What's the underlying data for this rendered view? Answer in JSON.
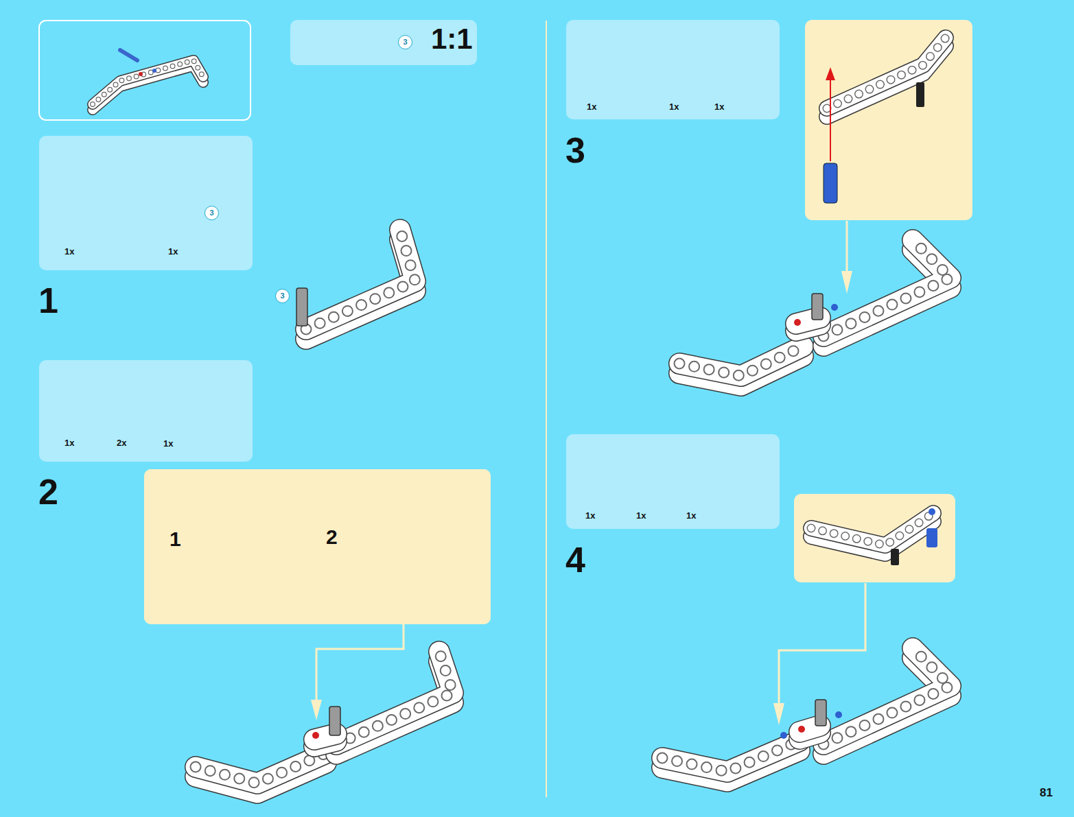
{
  "diagram": {
    "nodes": [
      {
        "text": [
          "1:1"
        ]
      },
      {
        "text": [
          "3"
        ],
        "in": 0
      },
      {
        "text": [
          "1x",
          "1x"
        ]
      },
      {
        "text": [
          "3"
        ],
        "in": 2
      },
      {
        "text": [
          "3"
        ]
      },
      {
        "text": [
          "1x",
          "2x",
          "1x"
        ]
      },
      {
        "text": [
          "1",
          "2"
        ]
      },
      {
        "text": [
          "1x",
          "1x",
          "1x"
        ]
      },
      {
        "text": [
          "1x",
          "1x",
          "1x"
        ]
      }
    ],
    "labels": [
      "1",
      "2",
      "3",
      "4",
      "81"
    ]
  }
}
